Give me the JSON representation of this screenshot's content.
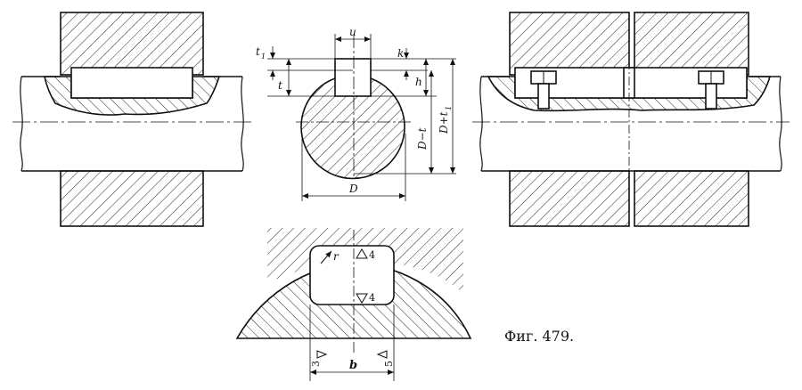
{
  "caption": "Фиг. 479.",
  "labels": {
    "t1": "t",
    "t1_sub": "1",
    "t": "t",
    "u": "u",
    "k": "k",
    "h": "h",
    "D_minus_t": "D−t",
    "D_plus_t1": "D+t",
    "D_plus_t1_sub": "1",
    "D": "D",
    "b": "b",
    "r": "r",
    "finish_top": "4",
    "finish_bottom": "4",
    "finish_left": "3",
    "finish_right": "5"
  },
  "colors": {
    "ink": "#111111",
    "background": "#ffffff"
  }
}
